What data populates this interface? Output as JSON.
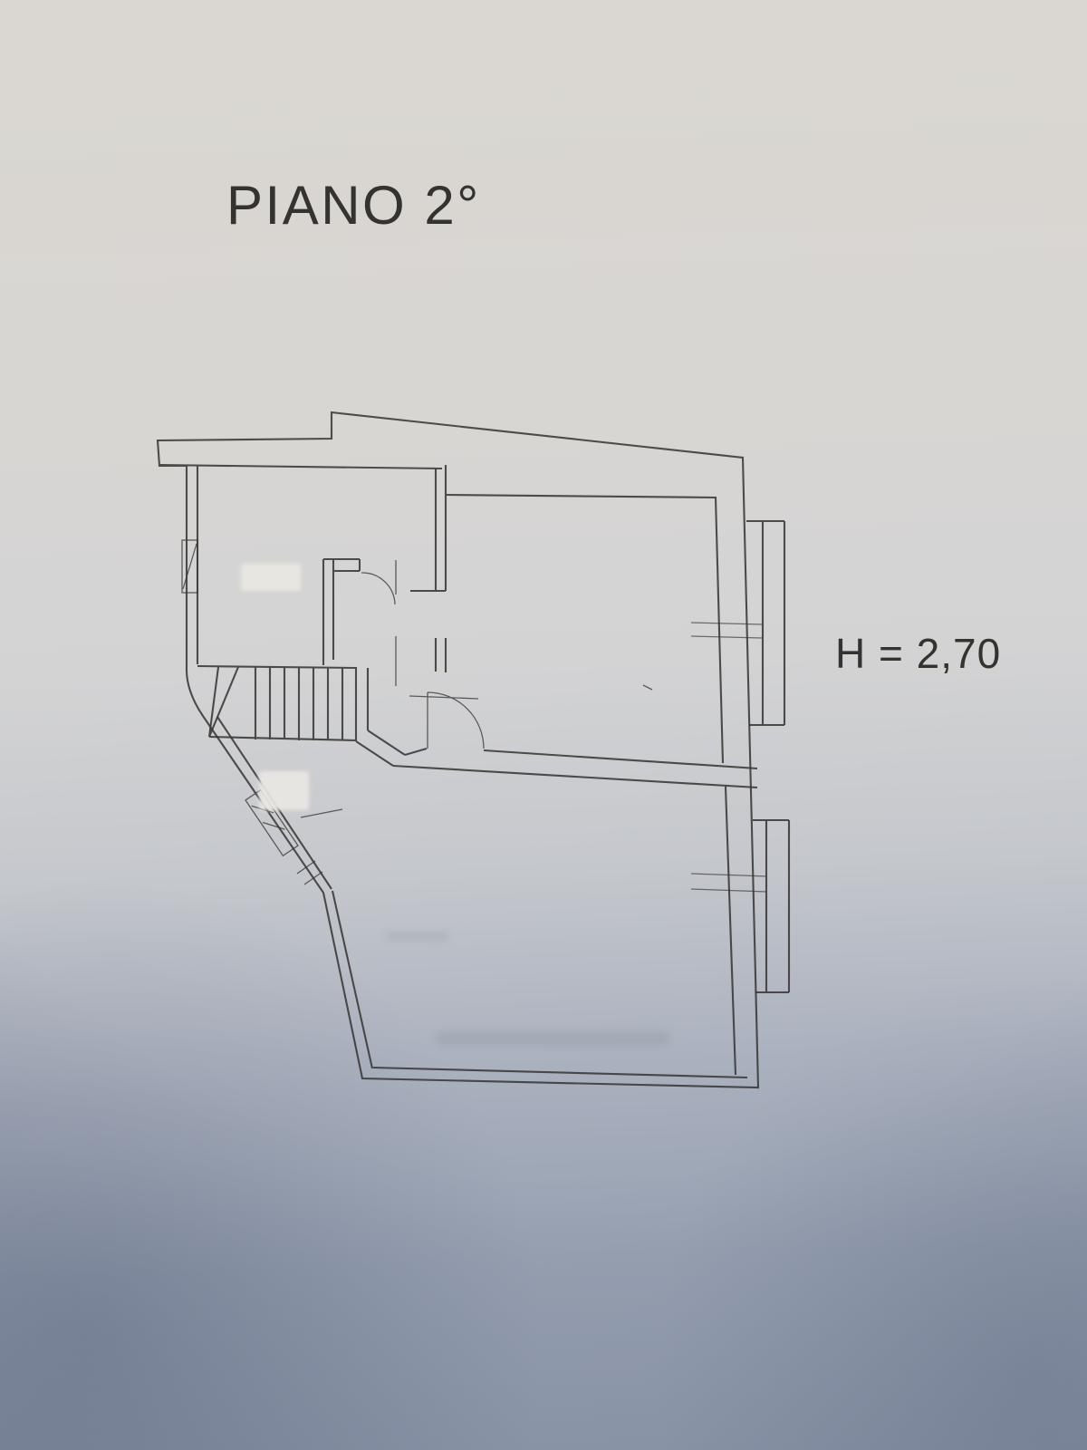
{
  "document": {
    "floor_label": "PIANO 2°",
    "ceiling_height_label": "H = 2,70"
  },
  "plan": {
    "description": "second-floor apartment floor plan with staircase, two main rooms and two right-side balconies"
  },
  "colors": {
    "paper-top": "#dad7d2",
    "paper-mid": "#d3d3d4",
    "paper-bottom": "#939daf",
    "ink": "#3a3835",
    "ink-text": "#35332f"
  }
}
